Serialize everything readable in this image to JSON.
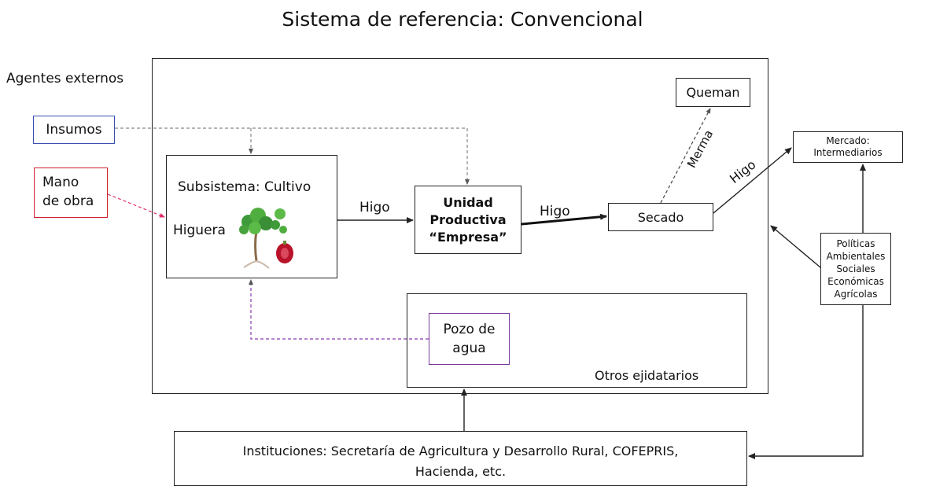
{
  "title": "Sistema de referencia: Convencional",
  "agentes_externos": "Agentes externos",
  "insumos": "Insumos",
  "mano_de_obra": "Mano\nde obra",
  "subsistema": {
    "title": "Subsistema: Cultivo",
    "higuera": "Higuera"
  },
  "unidad_productiva": "Unidad\nProductiva\n“Empresa”",
  "secado": "Secado",
  "queman": "Queman",
  "merma": "Merma",
  "mercado": "Mercado:\nIntermediarios",
  "politicas": "Políticas\nAmbientales\nSociales\nEconómicas\nAgrícolas",
  "pozo": "Pozo de\nagua",
  "otros_ejidatarios": "Otros ejidatarios",
  "instituciones": "Instituciones: Secretaría de Agricultura y Desarrollo Rural, COFEPRIS,\nHacienda, etc.",
  "flow_labels": {
    "higo_1": "Higo",
    "higo_2": "Higo",
    "higo_3": "Higo"
  },
  "colors": {
    "insumos_border": "#3a4fb0",
    "mano_border": "#d02030",
    "mano_arrow": "#e0306a",
    "pozo_border": "#7a3aa0",
    "pozo_arrow": "#8a3ab0"
  }
}
